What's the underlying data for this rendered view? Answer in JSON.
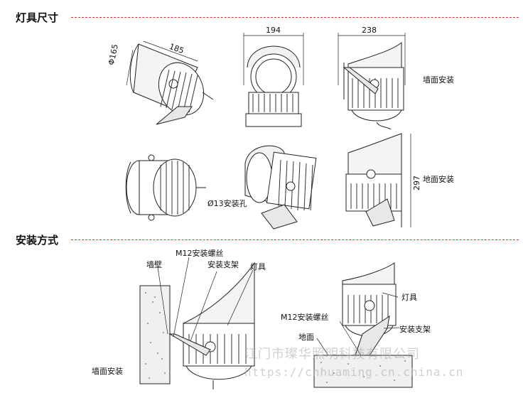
{
  "sections": {
    "dimensions_title": "灯具尺寸",
    "installation_title": "安装方式"
  },
  "dimensions": {
    "diameter": "Φ165",
    "length": "185",
    "width": "194",
    "depth": "238",
    "height": "297",
    "hole": "Ø13安装孔",
    "wall_mount": "墙面安装",
    "ground_mount": "地面安装"
  },
  "installation": {
    "m12_screw_left": "M12安装螺丝",
    "bracket_left": "安装支架",
    "lamp_left": "灯具",
    "wall": "墙壁",
    "wall_mount_caption": "墙面安装",
    "lamp_right": "灯具",
    "m12_screw_right": "M12安装螺丝",
    "ground": "地面",
    "bracket_right": "安装支架"
  },
  "watermark": {
    "company": "江门市璨华照明科技有限公司",
    "url": "https://cnhuaming.cn.china.cn"
  }
}
